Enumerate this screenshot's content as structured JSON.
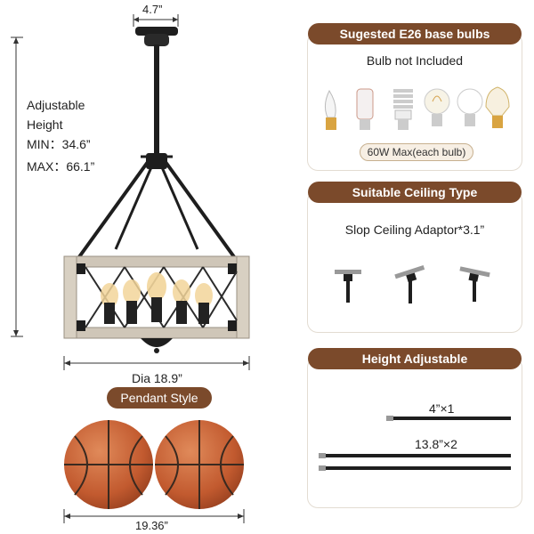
{
  "left": {
    "canopy_width": "4.7”",
    "adjustable_label_1": "Adjustable",
    "adjustable_label_2": "Height",
    "min_label": "MIN：34.6”",
    "max_label": "MAX：66.1”",
    "diameter": "Dia 18.9”",
    "style_badge": "Pendant Style",
    "comparison_width": "19.36”"
  },
  "bulbs_card": {
    "title": "Sugested E26 base bulbs",
    "note": "Bulb not Included",
    "max_badge": "60W Max(each bulb)",
    "bulb_icons": [
      "candle-bulb-icon",
      "corn-bulb-icon",
      "spiral-cfl-icon",
      "edison-globe-icon",
      "led-bulb-icon",
      "st-edison-icon"
    ]
  },
  "ceiling_card": {
    "title": "Suitable Ceiling Type",
    "note": "Slop Ceiling Adaptor*3.1”"
  },
  "height_card": {
    "title": "Height Adjustable",
    "rod1_label": "4”×1",
    "rod2_label": "13.8”×2"
  },
  "colors": {
    "accent_brown": "#7b4a2b",
    "metal_black": "#1e1e1e",
    "wood_grey": "#cfc6b8",
    "basketball": "#c9653a"
  }
}
